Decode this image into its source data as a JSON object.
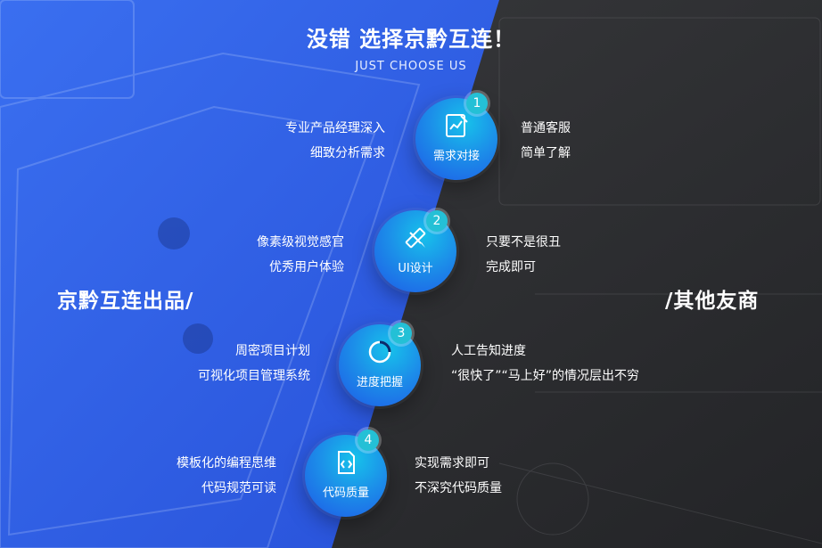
{
  "header": {
    "title": "没错 选择京黔互连！",
    "subtitle": "JUST CHOOSE US"
  },
  "brand_left": "京黔互连出品/",
  "brand_right": "/其他友商",
  "colors": {
    "blue": "#2d60e8",
    "dark": "#2a2b2e",
    "circle_start": "#17c2ea",
    "circle_end": "#1e58e6",
    "badge": "#24c0d6"
  },
  "steps": [
    {
      "number": "1",
      "label": "需求对接",
      "icon": "document-chart-icon",
      "left_lines": [
        "专业产品经理深入",
        "细致分析需求"
      ],
      "right_lines": [
        "普通客服",
        "简单了解"
      ]
    },
    {
      "number": "2",
      "label": "UI设计",
      "icon": "pencil-ruler-icon",
      "left_lines": [
        "像素级视觉感官",
        "优秀用户体验"
      ],
      "right_lines": [
        "只要不是很丑",
        "完成即可"
      ]
    },
    {
      "number": "3",
      "label": "进度把握",
      "icon": "progress-ring-icon",
      "left_lines": [
        "周密项目计划",
        "可视化项目管理系统"
      ],
      "right_lines": [
        "人工告知进度",
        "“很快了”“马上好”的情况层出不穷"
      ]
    },
    {
      "number": "4",
      "label": "代码质量",
      "icon": "code-file-icon",
      "left_lines": [
        "模板化的编程思维",
        "代码规范可读"
      ],
      "right_lines": [
        "实现需求即可",
        "不深究代码质量"
      ]
    }
  ]
}
